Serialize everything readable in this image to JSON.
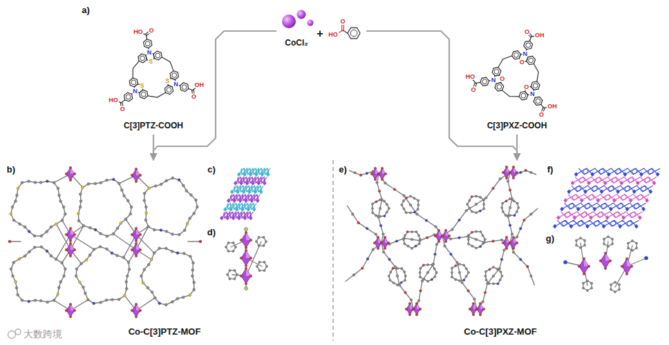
{
  "diagram": {
    "nodes": [
      {
        "text": [
          "C[3]PTZ-COOH"
        ]
      },
      {
        "text": [
          "CoCl₂",
          "+"
        ]
      },
      {
        "text": [
          "C[3]PXZ-COOH"
        ]
      },
      {
        "text": [
          "Co-C[3]PTZ-MOF"
        ]
      },
      {
        "text": [
          "Co-C[3]PXZ-MOF"
        ]
      }
    ],
    "edges": [
      {
        "from": 0,
        "to": 3,
        "arrow": "to"
      },
      {
        "from": 1,
        "to": 3,
        "arrow": "to"
      },
      {
        "from": 2,
        "to": 4,
        "arrow": "to"
      },
      {
        "from": 1,
        "to": 4,
        "arrow": "to"
      }
    ],
    "labels": [
      "a)",
      "b)",
      "c)",
      "d)",
      "e)",
      "f)",
      "g)",
      "大数跨境",
      "HO",
      "O",
      "N",
      "S",
      "OH",
      "O",
      "N",
      "S",
      "HO",
      "O",
      "N",
      "S",
      "OH",
      "O",
      "N",
      "O",
      "HO",
      "O",
      "N",
      "O",
      "OH",
      "O",
      "N",
      "O",
      "HO",
      "O"
    ]
  }
}
